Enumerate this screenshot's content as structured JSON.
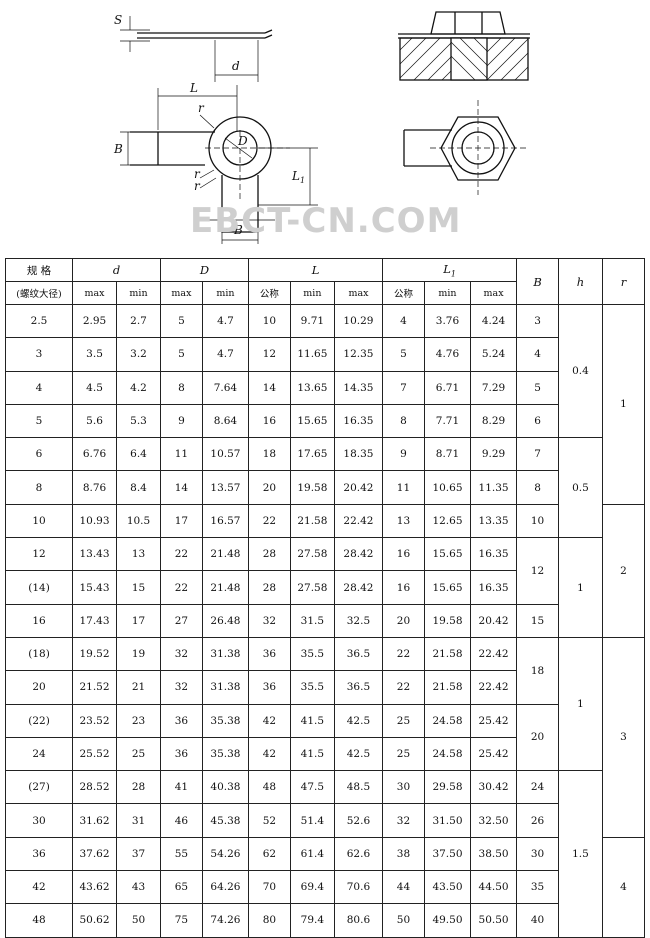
{
  "drawing_labels": {
    "S": "S",
    "d": "d",
    "L": "L",
    "r": "r",
    "B": "B",
    "D": "D",
    "L1": "L",
    "L1_sub": "1"
  },
  "watermark": "EBCT-CN.COM",
  "table": {
    "header": {
      "spec": "规 格",
      "spec_sub": "(螺纹大径)",
      "d": "d",
      "D": "D",
      "L": "L",
      "L1": "L",
      "L1_sub": "1",
      "B": "B",
      "h": "h",
      "r": "r",
      "max": "max",
      "min": "min",
      "nominal": "公称"
    },
    "rows": [
      {
        "spec": "2.5",
        "d_max": "2.95",
        "d_min": "2.7",
        "D_max": "5",
        "D_min": "4.7",
        "L_nom": "10",
        "L_min": "9.71",
        "L_max": "10.29",
        "L1_nom": "4",
        "L1_min": "3.76",
        "L1_max": "4.24",
        "B": "3"
      },
      {
        "spec": "3",
        "d_max": "3.5",
        "d_min": "3.2",
        "D_max": "5",
        "D_min": "4.7",
        "L_nom": "12",
        "L_min": "11.65",
        "L_max": "12.35",
        "L1_nom": "5",
        "L1_min": "4.76",
        "L1_max": "5.24",
        "B": "4"
      },
      {
        "spec": "4",
        "d_max": "4.5",
        "d_min": "4.2",
        "D_max": "8",
        "D_min": "7.64",
        "L_nom": "14",
        "L_min": "13.65",
        "L_max": "14.35",
        "L1_nom": "7",
        "L1_min": "6.71",
        "L1_max": "7.29",
        "B": "5"
      },
      {
        "spec": "5",
        "d_max": "5.6",
        "d_min": "5.3",
        "D_max": "9",
        "D_min": "8.64",
        "L_nom": "16",
        "L_min": "15.65",
        "L_max": "16.35",
        "L1_nom": "8",
        "L1_min": "7.71",
        "L1_max": "8.29",
        "B": "6"
      },
      {
        "spec": "6",
        "d_max": "6.76",
        "d_min": "6.4",
        "D_max": "11",
        "D_min": "10.57",
        "L_nom": "18",
        "L_min": "17.65",
        "L_max": "18.35",
        "L1_nom": "9",
        "L1_min": "8.71",
        "L1_max": "9.29",
        "B": "7"
      },
      {
        "spec": "8",
        "d_max": "8.76",
        "d_min": "8.4",
        "D_max": "14",
        "D_min": "13.57",
        "L_nom": "20",
        "L_min": "19.58",
        "L_max": "20.42",
        "L1_nom": "11",
        "L1_min": "10.65",
        "L1_max": "11.35",
        "B": "8"
      },
      {
        "spec": "10",
        "d_max": "10.93",
        "d_min": "10.5",
        "D_max": "17",
        "D_min": "16.57",
        "L_nom": "22",
        "L_min": "21.58",
        "L_max": "22.42",
        "L1_nom": "13",
        "L1_min": "12.65",
        "L1_max": "13.35",
        "B": "10"
      },
      {
        "spec": "12",
        "d_max": "13.43",
        "d_min": "13",
        "D_max": "22",
        "D_min": "21.48",
        "L_nom": "28",
        "L_min": "27.58",
        "L_max": "28.42",
        "L1_nom": "16",
        "L1_min": "15.65",
        "L1_max": "16.35",
        "B": "12"
      },
      {
        "spec": "(14)",
        "d_max": "15.43",
        "d_min": "15",
        "D_max": "22",
        "D_min": "21.48",
        "L_nom": "28",
        "L_min": "27.58",
        "L_max": "28.42",
        "L1_nom": "16",
        "L1_min": "15.65",
        "L1_max": "16.35",
        "B": ""
      },
      {
        "spec": "16",
        "d_max": "17.43",
        "d_min": "17",
        "D_max": "27",
        "D_min": "26.48",
        "L_nom": "32",
        "L_min": "31.5",
        "L_max": "32.5",
        "L1_nom": "20",
        "L1_min": "19.58",
        "L1_max": "20.42",
        "B": "15"
      },
      {
        "spec": "(18)",
        "d_max": "19.52",
        "d_min": "19",
        "D_max": "32",
        "D_min": "31.38",
        "L_nom": "36",
        "L_min": "35.5",
        "L_max": "36.5",
        "L1_nom": "22",
        "L1_min": "21.58",
        "L1_max": "22.42",
        "B": "18"
      },
      {
        "spec": "20",
        "d_max": "21.52",
        "d_min": "21",
        "D_max": "32",
        "D_min": "31.38",
        "L_nom": "36",
        "L_min": "35.5",
        "L_max": "36.5",
        "L1_nom": "22",
        "L1_min": "21.58",
        "L1_max": "22.42",
        "B": ""
      },
      {
        "spec": "(22)",
        "d_max": "23.52",
        "d_min": "23",
        "D_max": "36",
        "D_min": "35.38",
        "L_nom": "42",
        "L_min": "41.5",
        "L_max": "42.5",
        "L1_nom": "25",
        "L1_min": "24.58",
        "L1_max": "25.42",
        "B": "20"
      },
      {
        "spec": "24",
        "d_max": "25.52",
        "d_min": "25",
        "D_max": "36",
        "D_min": "35.38",
        "L_nom": "42",
        "L_min": "41.5",
        "L_max": "42.5",
        "L1_nom": "25",
        "L1_min": "24.58",
        "L1_max": "25.42",
        "B": ""
      },
      {
        "spec": "(27)",
        "d_max": "28.52",
        "d_min": "28",
        "D_max": "41",
        "D_min": "40.38",
        "L_nom": "48",
        "L_min": "47.5",
        "L_max": "48.5",
        "L1_nom": "30",
        "L1_min": "29.58",
        "L1_max": "30.42",
        "B": "24"
      },
      {
        "spec": "30",
        "d_max": "31.62",
        "d_min": "31",
        "D_max": "46",
        "D_min": "45.38",
        "L_nom": "52",
        "L_min": "51.4",
        "L_max": "52.6",
        "L1_nom": "32",
        "L1_min": "31.50",
        "L1_max": "32.50",
        "B": "26"
      },
      {
        "spec": "36",
        "d_max": "37.62",
        "d_min": "37",
        "D_max": "55",
        "D_min": "54.26",
        "L_nom": "62",
        "L_min": "61.4",
        "L_max": "62.6",
        "L1_nom": "38",
        "L1_min": "37.50",
        "L1_max": "38.50",
        "B": "30"
      },
      {
        "spec": "42",
        "d_max": "43.62",
        "d_min": "43",
        "D_max": "65",
        "D_min": "64.26",
        "L_nom": "70",
        "L_min": "69.4",
        "L_max": "70.6",
        "L1_nom": "44",
        "L1_min": "43.50",
        "L1_max": "44.50",
        "B": "35"
      },
      {
        "spec": "48",
        "d_max": "50.62",
        "d_min": "50",
        "D_max": "75",
        "D_min": "74.26",
        "L_nom": "80",
        "L_min": "79.4",
        "L_max": "80.6",
        "L1_nom": "50",
        "L1_min": "49.50",
        "L1_max": "50.50",
        "B": "40"
      }
    ],
    "h_groups": [
      "0.4",
      "0.5",
      "1",
      "1",
      "1.5"
    ],
    "r_groups": [
      "1",
      "2",
      "3",
      "4"
    ]
  }
}
